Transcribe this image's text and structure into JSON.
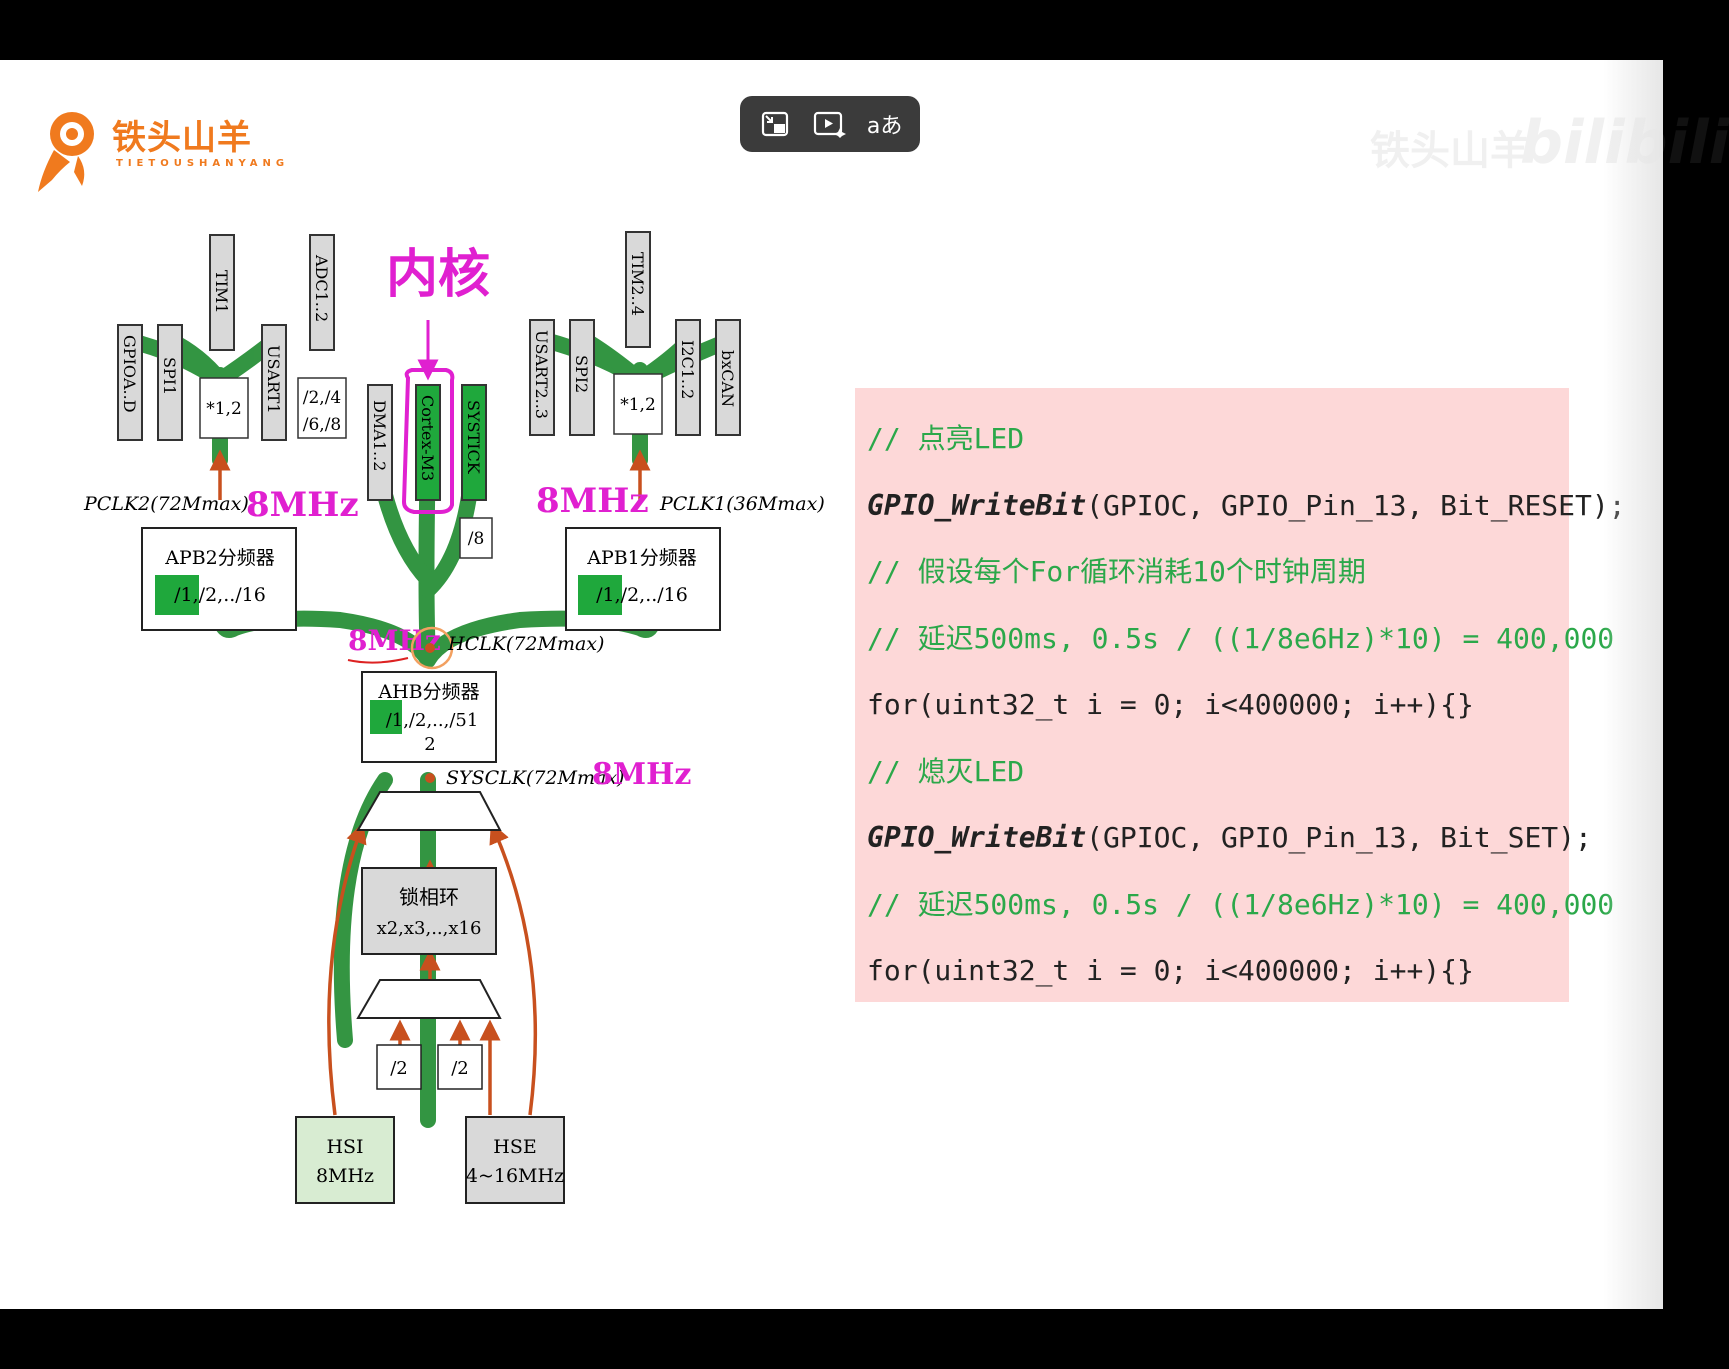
{
  "logo": {
    "name": "铁头山羊",
    "subtitle": "TIETOUSHANYANG"
  },
  "toolbar": {
    "buttons": [
      {
        "icon": "exit-fullscreen-icon"
      },
      {
        "icon": "play-magic-icon"
      },
      {
        "icon": "translate-icon",
        "label": "aあ"
      }
    ]
  },
  "watermark": {
    "text": "铁头山羊",
    "brand": "bilibili"
  },
  "diagram": {
    "annotation_core": "内核",
    "annotation_pclk2": "8MHz",
    "annotation_pclk1": "8MHz",
    "annotation_hclk": "8MHz",
    "annotation_sysclk": "8MHz",
    "boxes": {
      "gpio": "GPIOA..D",
      "spi1": "SPI1",
      "tim1": "TIM1",
      "usart1": "USART1",
      "adc": "ADC1..2",
      "mul12_left": "*1,2",
      "adc_div_a": "/2,/4",
      "adc_div_b": "/6,/8",
      "dma": "DMA1..2",
      "cortex": "Cortex-M3",
      "systick": "SYSTICK",
      "systick_div": "/8",
      "usart23": "USART2..3",
      "spi2": "SPI2",
      "tim24": "TIM2..4",
      "mul12_right": "*1,2",
      "i2c": "I2C1..2",
      "bxcan": "bxCAN",
      "apb2_title": "APB2分频器",
      "apb2_div": "/1,/2,../16",
      "apb1_title": "APB1分频器",
      "apb1_div": "/1,/2,../16",
      "ahb_title": "AHB分频器",
      "ahb_div_a": "/1,/2,..,/51",
      "ahb_div_b": "2",
      "pll_title": "锁相环",
      "pll_mul": "x2,x3,..,x16",
      "div2_a": "/2",
      "div2_b": "/2",
      "hsi_name": "HSI",
      "hsi_freq": "8MHz",
      "hse_name": "HSE",
      "hse_freq": "4~16MHz"
    },
    "labels": {
      "pclk2": "PCLK2(72Mmax)",
      "pclk1": "PCLK1(36Mmax)",
      "hclk": "HCLK(72Mmax)",
      "sysclk": "SYSCLK(72Mmax)"
    }
  },
  "code": {
    "lines": [
      {
        "type": "comment",
        "text": "// 点亮LED"
      },
      {
        "type": "call",
        "fn": "GPIO_WriteBit",
        "args": "(GPIOC, GPIO_Pin_13, Bit_RESET);"
      },
      {
        "type": "comment",
        "text": "// 假设每个For循环消耗10个时钟周期"
      },
      {
        "type": "comment",
        "text": "// 延迟500ms, 0.5s / ((1/8e6Hz)*10) = 400,000"
      },
      {
        "type": "code",
        "text": "for(uint32_t i = 0; i<400000; i++){}"
      },
      {
        "type": "comment",
        "text": "// 熄灭LED"
      },
      {
        "type": "call",
        "fn": "GPIO_WriteBit",
        "args": "(GPIOC, GPIO_Pin_13, Bit_SET);"
      },
      {
        "type": "comment",
        "text": "// 延迟500ms, 0.5s / ((1/8e6Hz)*10) = 400,000"
      },
      {
        "type": "code",
        "text": "for(uint32_t i = 0; i<400000; i++){}"
      }
    ]
  },
  "colors": {
    "green_path": "#1e8a2e",
    "red_arrow": "#c8501e",
    "magenta": "#e020d0",
    "code_bg": "#fdd8d8",
    "comment": "#2ba84a",
    "green_fill": "#1fa83c"
  }
}
